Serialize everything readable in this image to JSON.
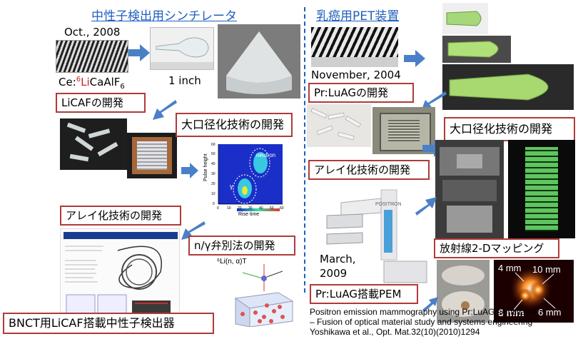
{
  "left_title": "中性子検出用シンチレータ",
  "right_title": "乳癌用PET装置",
  "left": {
    "date": "Oct., 2008",
    "size_label": "1 inch",
    "compound": {
      "prefix": "Ce:",
      "isotope_mass": "6",
      "isotope_symbol": "Li",
      "rest": "CaAlF",
      "subscript": "6"
    },
    "box_licaf": "LiCAFの開発",
    "box_large_diameter": "大口径化技術の開発",
    "box_array": "アレイ化技術の開発",
    "box_ngamma": "n/γ弁別法の開発",
    "box_bnct": "BNCT用LiCAF搭載中性子検出器",
    "plot": {
      "ylabel": "Pulse height",
      "xlabel": "Rise time",
      "label_neutron": "neutron",
      "label_gamma": "γ",
      "xticks": [
        "0",
        "10",
        "20",
        "30",
        "40",
        "50",
        "60"
      ],
      "yticks": [
        "0",
        "10",
        "20",
        "30",
        "40",
        "50",
        "60"
      ]
    },
    "reaction_label": "⁶Li(n, α)T"
  },
  "right": {
    "date_2004": "November, 2004",
    "box_luag": "Pr:LuAGの開発",
    "box_large_diameter": "大口径化技術の開発",
    "box_array": "アレイ化技術の開発",
    "box_mapping": "放射線2-Dマッピング",
    "date_2009_line1": "March,",
    "date_2009_line2": "2009",
    "box_pem": "Pr:LuAG搭載PEM",
    "device_brand": "POSITRON",
    "mm_labels": {
      "a": "4 mm",
      "b": "10 mm",
      "c": "8 mm",
      "d": "6 mm"
    },
    "reference": [
      "Positron emission mammography using Pr:LuAG scintillator",
      "– Fusion of optical material study and systems engineering",
      "Yoshikawa et al., Opt. Mat.32(10)(2010)1294"
    ]
  },
  "colors": {
    "title_blue": "#1f5fbf",
    "box_border": "#b03a3a",
    "arrow_blue": "#4a80c8",
    "isotope_red": "#d02020"
  }
}
